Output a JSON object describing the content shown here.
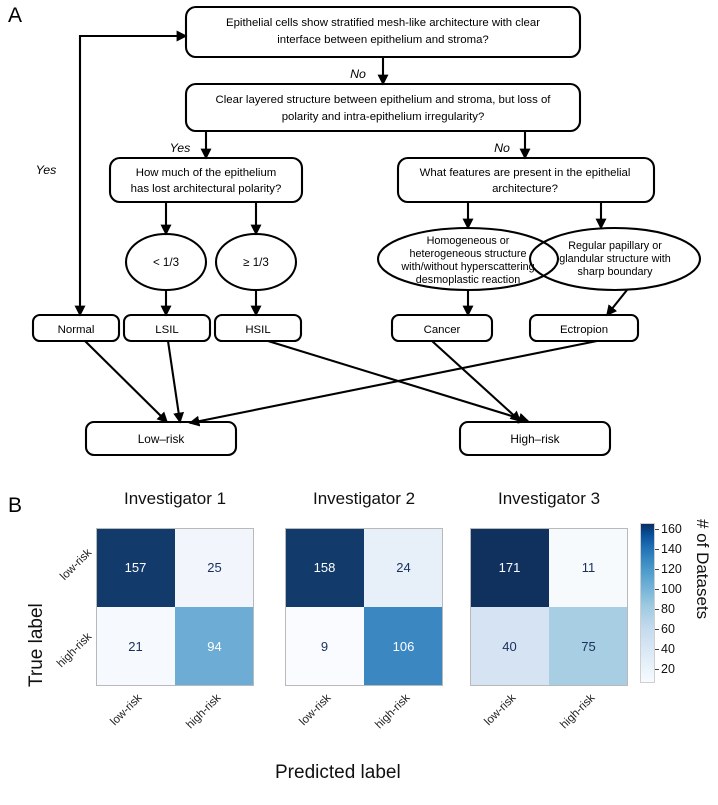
{
  "panels": {
    "a_letter": "A",
    "b_letter": "B"
  },
  "flowchart": {
    "nodes": {
      "q1": "Epithelial  cells show stratified mesh-like architecture with clear interface between epithelium and stroma?",
      "q2": "Clear layered structure between epithelium and stroma, but loss of polarity and intra-epithelium irregularity?",
      "q3": "How much of the epithelium has lost architectural polarity?",
      "q4": "What features are present in the epithelial architecture?",
      "e1": "< 1/3",
      "e2": "≥ 1/3",
      "e3": "Homogeneous or heterogeneous structure with/without hyperscattering desmoplastic reaction",
      "e4": "Regular papillary or  glandular  structure with sharp boundary",
      "t_normal": "Normal",
      "t_lsil": "LSIL",
      "t_hsil": "HSIL",
      "t_cancer": "Cancer",
      "t_ectropion": "Ectropion",
      "t_lowrisk": "Low–risk",
      "t_highrisk": "High–risk"
    },
    "edge_labels": {
      "yes_left": "Yes",
      "no_top": "No",
      "yes_mid": "Yes",
      "no_right": "No"
    }
  },
  "chart_data": {
    "type": "heatmap",
    "title": "",
    "xlabel": "Predicted label",
    "ylabel": "True label",
    "categories_x": [
      "low-risk",
      "high-risk"
    ],
    "categories_y": [
      "low-risk",
      "high-risk"
    ],
    "colorbar": {
      "label": "# of Datasets",
      "ticks": [
        20,
        40,
        60,
        80,
        100,
        120,
        140,
        160
      ],
      "vmin": 9,
      "vmax": 171
    },
    "panels": [
      {
        "title": "Investigator 1",
        "matrix": [
          [
            157,
            25
          ],
          [
            21,
            94
          ]
        ],
        "cells": [
          {
            "value": "157",
            "color": "#123a6b",
            "text": "dark"
          },
          {
            "value": "25",
            "color": "#f2f6fc",
            "text": "light"
          },
          {
            "value": "21",
            "color": "#f6f9fd",
            "text": "light"
          },
          {
            "value": "94",
            "color": "#6cacd5",
            "text": "dark"
          }
        ]
      },
      {
        "title": "Investigator 2",
        "matrix": [
          [
            158,
            24
          ],
          [
            9,
            106
          ]
        ],
        "cells": [
          {
            "value": "158",
            "color": "#123a6b",
            "text": "dark"
          },
          {
            "value": "24",
            "color": "#e7eff9",
            "text": "light"
          },
          {
            "value": "9",
            "color": "#f9fbfe",
            "text": "light"
          },
          {
            "value": "106",
            "color": "#3a87c2",
            "text": "dark"
          }
        ]
      },
      {
        "title": "Investigator 3",
        "matrix": [
          [
            171,
            11
          ],
          [
            40,
            75
          ]
        ],
        "cells": [
          {
            "value": "171",
            "color": "#10315d",
            "text": "dark"
          },
          {
            "value": "11",
            "color": "#f7fafd",
            "text": "light"
          },
          {
            "value": "40",
            "color": "#d6e3f3",
            "text": "light"
          },
          {
            "value": "75",
            "color": "#a7cee3",
            "text": "light"
          }
        ]
      }
    ]
  }
}
